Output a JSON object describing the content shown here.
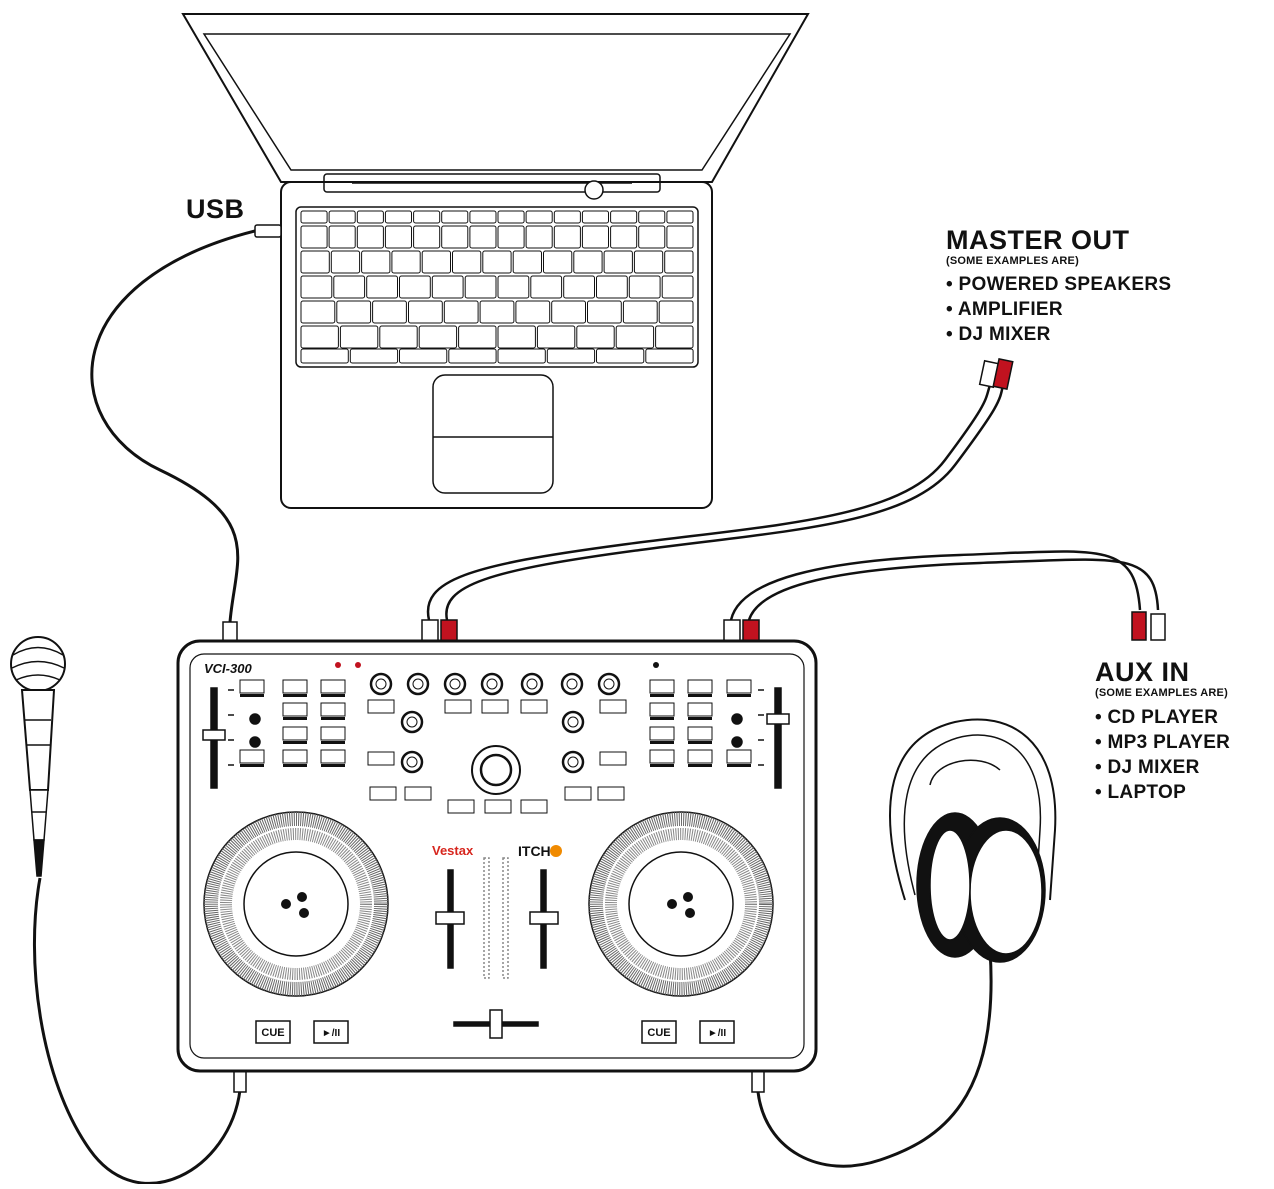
{
  "labels": {
    "usb": "USB",
    "master_out": {
      "title": "MASTER OUT",
      "subtitle": "(SOME EXAMPLES ARE)",
      "items": [
        "• POWERED SPEAKERS",
        "• AMPLIFIER",
        "• DJ MIXER"
      ]
    },
    "aux_in": {
      "title": "AUX IN",
      "subtitle": "(SOME EXAMPLES ARE)",
      "items": [
        "• CD PLAYER",
        "• MP3 PLAYER",
        "• DJ MIXER",
        "• LAPTOP"
      ]
    }
  },
  "controller": {
    "model": "VCI-300",
    "brand": "Vestax",
    "software": "ITCH",
    "cue_label": "CUE",
    "play_label": "►/II"
  },
  "colors": {
    "rca_red": "#c1121f",
    "brand_red": "#d7261e",
    "itch_orange": "#f08a00",
    "line": "#111111"
  }
}
